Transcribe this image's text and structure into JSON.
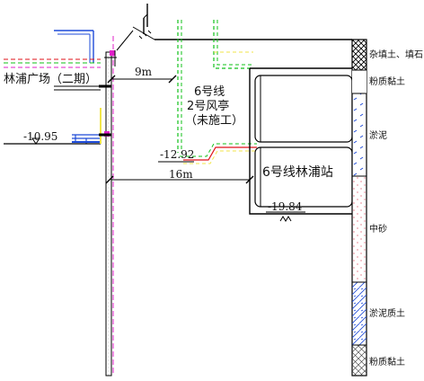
{
  "labels": {
    "plaza": "林浦广场（二期）",
    "dist_top": "9m",
    "dist_bottom": "16m",
    "line6": "6号线",
    "vent": "2号风亭",
    "not_built": "（未施工）",
    "station": "6号线林浦站",
    "elev_left": "-10.95",
    "elev_vent": "-12.92",
    "elev_station": "-19.84"
  },
  "soil_layers": [
    {
      "name": "杂填土、填石",
      "pattern": "crosshatch",
      "color": "#000000"
    },
    {
      "name": "粉质黏土",
      "pattern": "plain",
      "color": "#000000"
    },
    {
      "name": "淤泥",
      "pattern": "blue-dash",
      "color": "#1e4bd8"
    },
    {
      "name": "中砂",
      "pattern": "red-dot",
      "color": "#d9354a"
    },
    {
      "name": "淤泥质土",
      "pattern": "blue-hatch",
      "color": "#1e4bd8"
    },
    {
      "name": "粉质黏土",
      "pattern": "crosshatch-light",
      "color": "#000000"
    }
  ],
  "colors": {
    "line": "#000000",
    "green": "#12c21a",
    "blue": "#1e4bd8",
    "magenta": "#e020c8",
    "yellow": "#f2e64a",
    "red": "#e0101a"
  }
}
